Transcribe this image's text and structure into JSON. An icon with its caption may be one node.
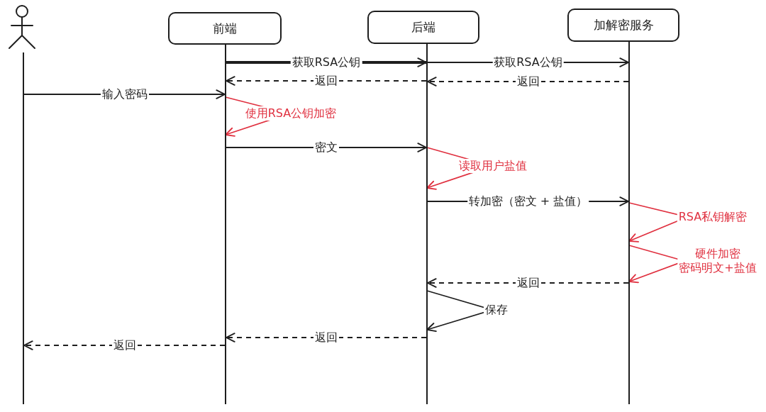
{
  "diagram": {
    "nodes": [
      {
        "text": [],
        "shape": "person"
      },
      {
        "text": [
          "前端"
        ]
      },
      {
        "text": [
          "后端"
        ]
      },
      {
        "text": [
          "加解密服务"
        ]
      }
    ],
    "edges": [
      {
        "from": 1,
        "to": 2,
        "label": "获取RSA公钥",
        "arrow": "to",
        "style": "thick"
      },
      {
        "from": 2,
        "to": 3,
        "label": "获取RSA公钥",
        "arrow": "to"
      },
      {
        "from": 3,
        "to": 2,
        "label": "返回",
        "arrow": "to",
        "style": "dashed"
      },
      {
        "from": 2,
        "to": 1,
        "label": "返回",
        "arrow": "to",
        "style": "dashed"
      },
      {
        "from": 0,
        "to": 1,
        "label": "输入密码",
        "arrow": "to"
      },
      {
        "from": 1,
        "to": 1,
        "label": "使用RSA公钥加密",
        "arrow": "to",
        "color": "#e03140"
      },
      {
        "from": 1,
        "to": 2,
        "label": "密文",
        "arrow": "to"
      },
      {
        "from": 2,
        "to": 2,
        "label": "读取用户盐值",
        "arrow": "to",
        "color": "#e03140"
      },
      {
        "from": 2,
        "to": 3,
        "label": "转加密（密文 + 盐值）",
        "arrow": "to"
      },
      {
        "from": 3,
        "to": 3,
        "label": "RSA私钥解密",
        "arrow": "to",
        "color": "#e03140"
      },
      {
        "from": 3,
        "to": 3,
        "label": "硬件加密密码明文+盐值",
        "arrow": "to",
        "color": "#e03140"
      },
      {
        "from": 3,
        "to": 2,
        "label": "返回",
        "arrow": "to",
        "style": "dashed"
      },
      {
        "from": 2,
        "to": 2,
        "label": "保存",
        "arrow": "to"
      },
      {
        "from": 2,
        "to": 1,
        "label": "返回",
        "arrow": "to",
        "style": "dashed"
      },
      {
        "from": 1,
        "to": 0,
        "label": "返回",
        "arrow": "to",
        "style": "dashed"
      }
    ]
  }
}
